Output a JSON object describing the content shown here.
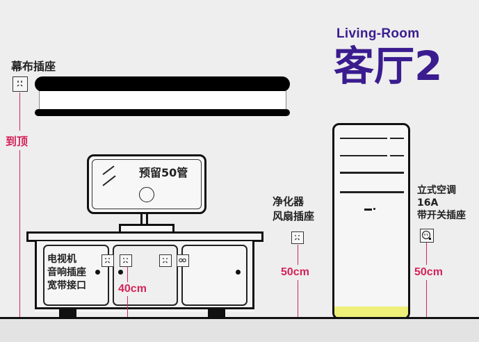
{
  "header": {
    "subtitle": "Living-Room",
    "title": "客厅2",
    "title_color": "#3a1c8f"
  },
  "labels": {
    "projector_socket": "幕布插座",
    "to_ceiling": "到顶",
    "tv_reserve": "预留50管",
    "tv_sockets": [
      "电视机",
      "音响插座",
      "宽带接口"
    ],
    "tv_height": "40cm",
    "purifier_socket": [
      "净化器",
      "风扇插座"
    ],
    "purifier_height": "50cm",
    "ac_socket": [
      "立式空调",
      "16A",
      "带开关插座"
    ],
    "ac_height": "50cm"
  },
  "colors": {
    "dimension_red": "#d4245a",
    "ac_base_yellow": "#eef07a",
    "outline": "#111111",
    "background": "#eeeeee"
  },
  "icons": {
    "outlet": "power-outlet-icon",
    "data_port": "network-port-icon",
    "switch_outlet": "switched-outlet-icon"
  }
}
